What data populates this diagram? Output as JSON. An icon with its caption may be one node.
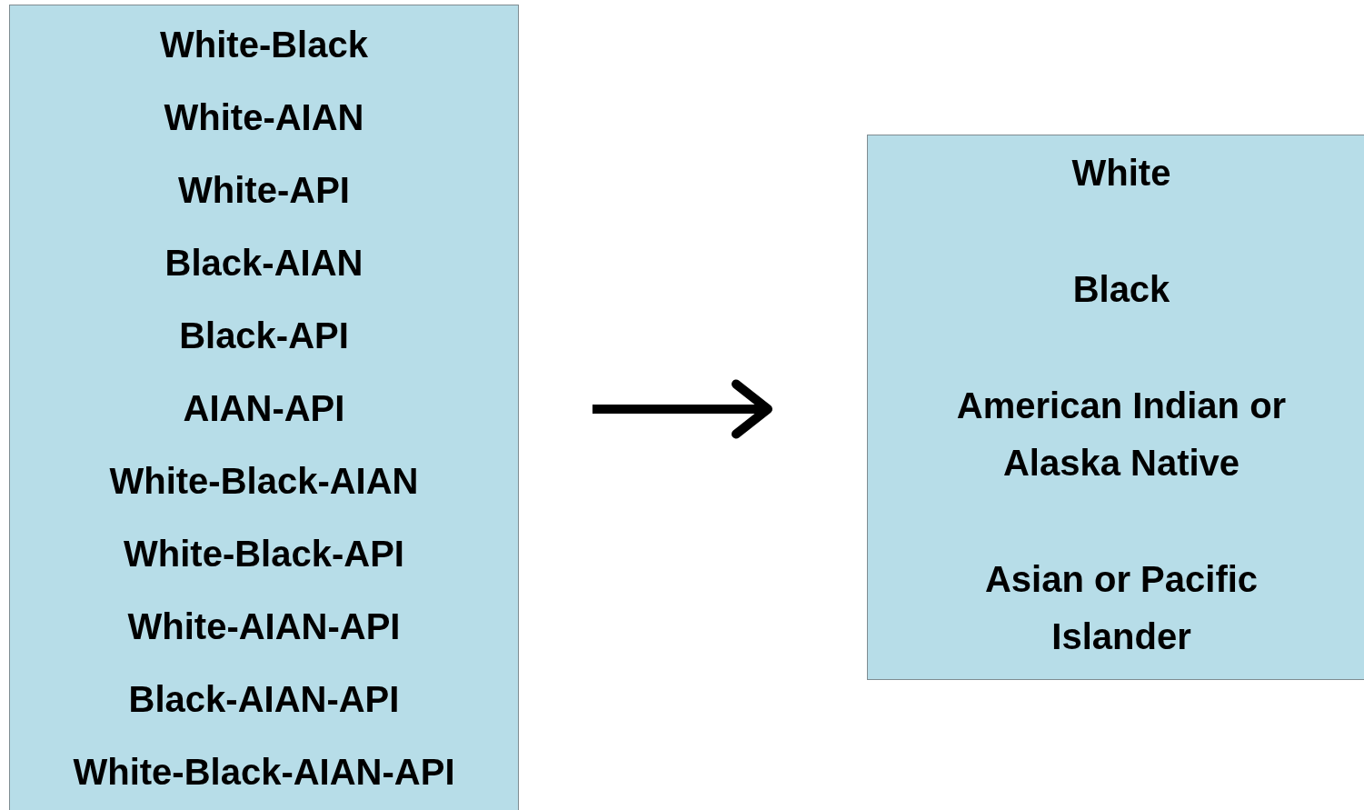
{
  "diagram": {
    "nodes": [
      {
        "text": [
          "White-Black",
          "White-AIAN",
          "White-API",
          "Black-AIAN",
          "Black-API",
          "AIAN-API",
          "White-Black-AIAN",
          "White-Black-API",
          "White-AIAN-API",
          "Black-AIAN-API",
          "White-Black-AIAN-API"
        ]
      },
      {
        "text": [
          "White",
          "Black",
          "American Indian or Alaska Native",
          "Asian or Pacific Islander"
        ]
      }
    ],
    "edges": [
      {
        "from": 0,
        "to": 1,
        "arrow": "to"
      }
    ]
  }
}
